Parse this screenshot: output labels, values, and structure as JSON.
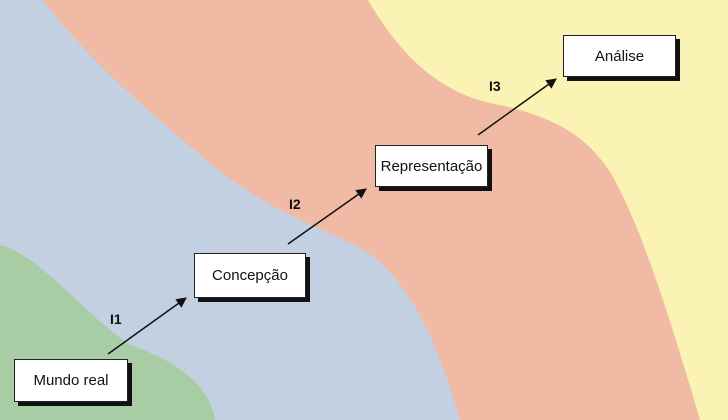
{
  "stages": [
    {
      "label": "Mundo real"
    },
    {
      "label": "Concepção"
    },
    {
      "label": "Representação"
    },
    {
      "label": "Análise"
    }
  ],
  "transitions": [
    {
      "label": "I1"
    },
    {
      "label": "I2"
    },
    {
      "label": "I3"
    }
  ],
  "colors": {
    "region_real": "#a8cca3",
    "region_conception": "#c3d0e1",
    "region_representation": "#f1baa4",
    "region_analysis": "#fbf3b4",
    "arrow": "#111111",
    "box_border": "#222222"
  }
}
